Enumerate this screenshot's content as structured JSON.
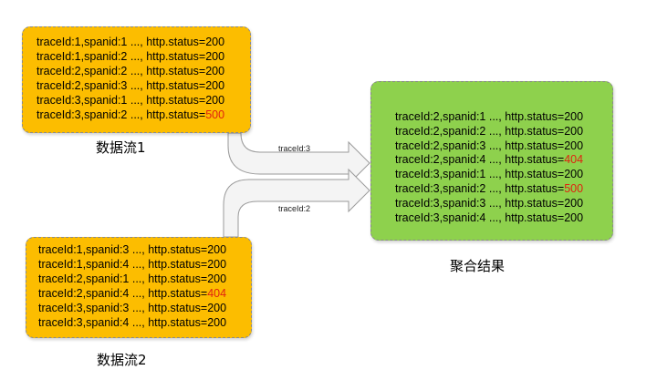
{
  "stream1": {
    "caption": "数据流1",
    "lines": [
      {
        "text": "traceId:1,spanid:1 ..., http.status=",
        "status": "200",
        "error": false
      },
      {
        "text": "traceId:1,spanid:2 ..., http.status=",
        "status": "200",
        "error": false
      },
      {
        "text": "traceId:2,spanid:2 ..., http.status=",
        "status": "200",
        "error": false
      },
      {
        "text": "traceId:2,spanid:3 ..., http.status=",
        "status": "200",
        "error": false
      },
      {
        "text": "traceId:3,spanid:1 ..., http.status=",
        "status": "200",
        "error": false
      },
      {
        "text": "traceId:3,spanid:2 ..., http.status=",
        "status": "500",
        "error": true
      }
    ]
  },
  "stream2": {
    "caption": "数据流2",
    "lines": [
      {
        "text": "traceId:1,spanid:3 ..., http.status=",
        "status": "200",
        "error": false
      },
      {
        "text": "traceId:1,spanid:4 ..., http.status=",
        "status": "200",
        "error": false
      },
      {
        "text": "traceId:2,spanid:1 ..., http.status=",
        "status": "200",
        "error": false
      },
      {
        "text": "traceId:2,spanid:4 ..., http.status=",
        "status": "404",
        "error": true
      },
      {
        "text": "traceId:3,spanid:3 ..., http.status=",
        "status": "200",
        "error": false
      },
      {
        "text": "traceId:3,spanid:4 ..., http.status=",
        "status": "200",
        "error": false
      }
    ]
  },
  "result": {
    "caption": "聚合结果",
    "lines": [
      {
        "text": "traceId:2,spanid:1 ..., http.status=",
        "status": "200",
        "error": false
      },
      {
        "text": "traceId:2,spanid:2 ..., http.status=",
        "status": "200",
        "error": false
      },
      {
        "text": "traceId:2,spanid:3 ..., http.status=",
        "status": "200",
        "error": false
      },
      {
        "text": "traceId:2,spanid:4 ..., http.status=",
        "status": "404",
        "error": true
      },
      {
        "text": "traceId:3,spanid:1 ..., http.status=",
        "status": "200",
        "error": false
      },
      {
        "text": "traceId:3,spanid:2 ..., http.status=",
        "status": "500",
        "error": true
      },
      {
        "text": "traceId:3,spanid:3 ..., http.status=",
        "status": "200",
        "error": false
      },
      {
        "text": "traceId:3,spanid:4 ..., http.status=",
        "status": "200",
        "error": false
      }
    ]
  },
  "arrows": {
    "upper_label": "traceId:3",
    "lower_label": "traceId:2"
  },
  "colors": {
    "stream_fill": "#fcbd00",
    "result_fill": "#8ed14d",
    "error_text": "#e02210",
    "arrow_fill": "#f4f4f4",
    "arrow_stroke": "#9a9a9a"
  }
}
